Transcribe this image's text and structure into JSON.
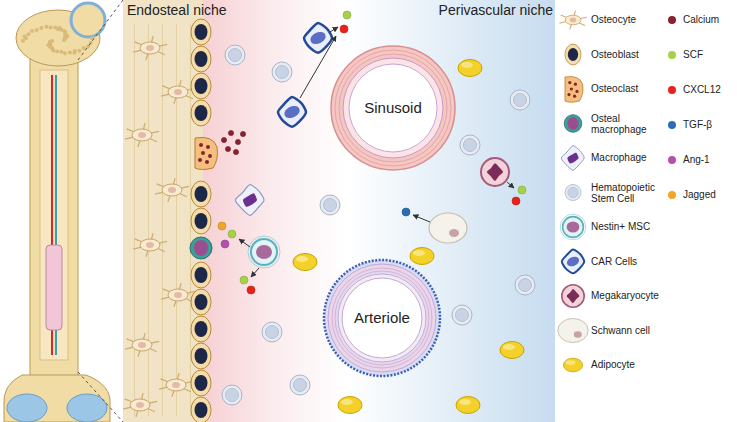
{
  "diagram": {
    "nodes": [
      {
        "text": [
          "Sinusoid"
        ]
      },
      {
        "text": [
          "Arteriole"
        ]
      }
    ],
    "labels": [
      "Endosteal niche",
      "Perivascular niche"
    ],
    "legend": [
      {
        "text": "Osteocyte"
      },
      {
        "text": "Osteoblast"
      },
      {
        "text": "Osteoclast"
      },
      {
        "text": "Osteal macrophage"
      },
      {
        "text": "Macrophage"
      },
      {
        "text": "Hematopoietic Stem Cell"
      },
      {
        "text": "Nestin+ MSC"
      },
      {
        "text": "CAR Cells"
      },
      {
        "text": "Megakaryocyte"
      },
      {
        "text": "Schwann cell"
      },
      {
        "text": "Adipocyte"
      },
      {
        "text": "Calcium",
        "color": "#8b2232"
      },
      {
        "text": "SCF",
        "color": "#a8d14a"
      },
      {
        "text": "CXCL12",
        "color": "#e8221b"
      },
      {
        "text": "TGF-β",
        "color": "#2a6db5"
      },
      {
        "text": "Ang-1",
        "color": "#b44fb0"
      },
      {
        "text": "Jagged",
        "color": "#f2a52a"
      }
    ]
  }
}
